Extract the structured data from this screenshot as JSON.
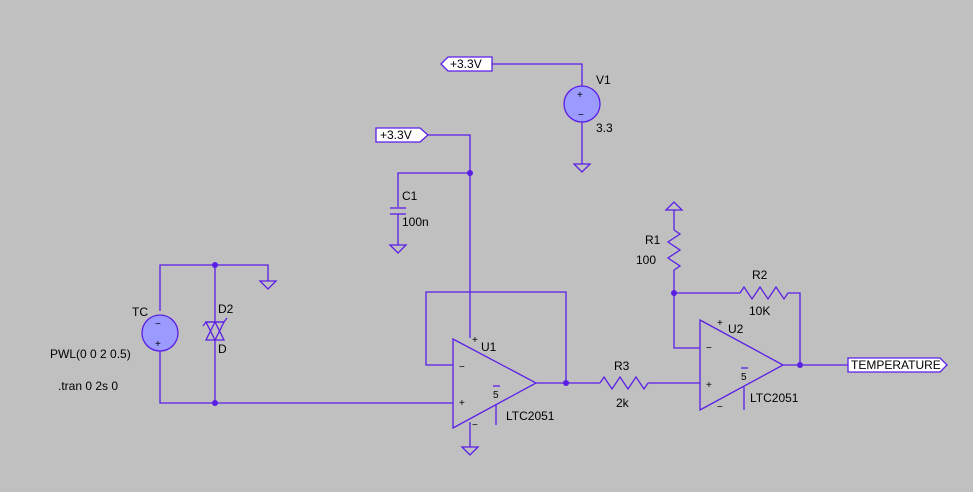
{
  "net_flags": [
    {
      "id": "vcc-flag-top",
      "text": "+3.3V"
    },
    {
      "id": "vcc-flag-mid",
      "text": "+3.3V"
    },
    {
      "id": "out-flag",
      "text": "TEMPERATURE"
    }
  ],
  "components": {
    "v1": {
      "ref": "V1",
      "value": "3.3"
    },
    "c1": {
      "ref": "C1",
      "value": "100n"
    },
    "r1": {
      "ref": "R1",
      "value": "100"
    },
    "r2": {
      "ref": "R2",
      "value": "10K"
    },
    "r3": {
      "ref": "R3",
      "value": "2k"
    },
    "tc": {
      "ref": "TC",
      "value": "PWL(0 0 2 0.5)"
    },
    "d2": {
      "ref": "D2",
      "value": "D"
    },
    "u1": {
      "ref": "U1",
      "value": "LTC2051"
    },
    "u2": {
      "ref": "U2",
      "value": "LTC2051"
    }
  },
  "directive": ".tran 0 2s 0",
  "pin_marks": {
    "plus": "+",
    "minus": "−",
    "supply": "5"
  },
  "colors": {
    "wire": "#5a1ee6",
    "background": "#c0c0c0",
    "source_fill": "#9b9bff"
  }
}
